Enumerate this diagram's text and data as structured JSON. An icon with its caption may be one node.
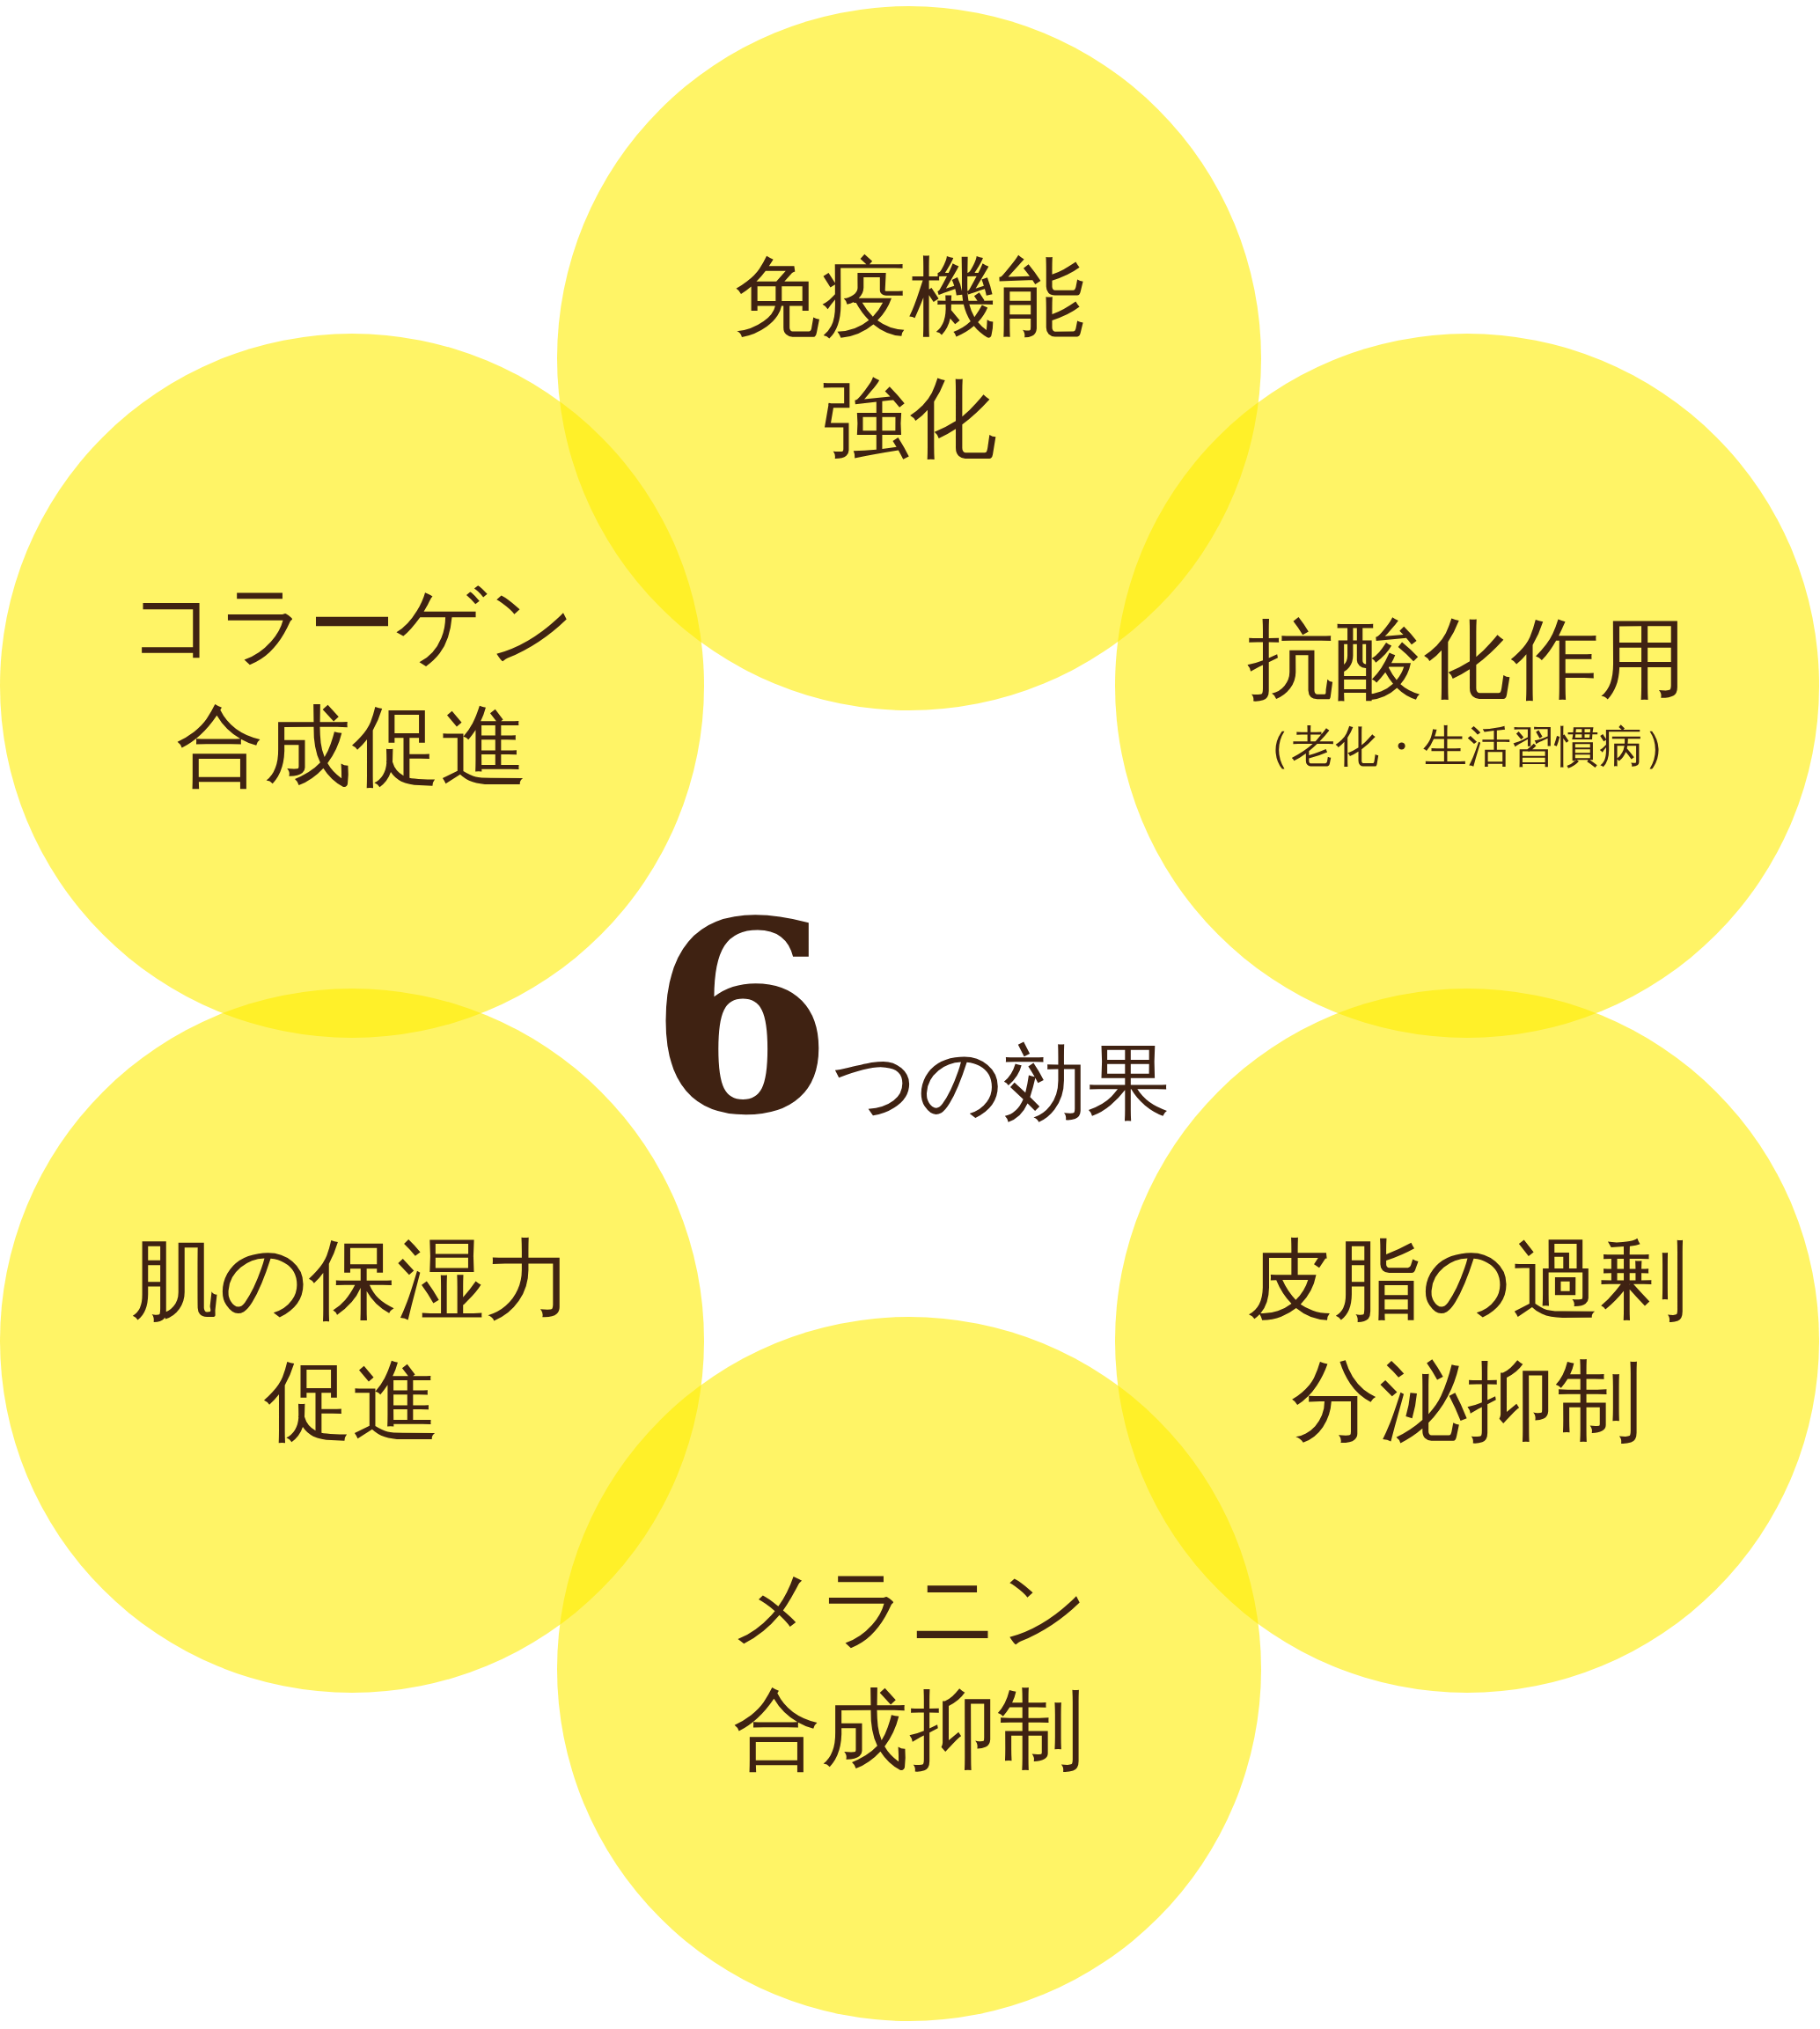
{
  "diagram": {
    "title": "6つの効果",
    "nodes": [
      {
        "text": [
          "免疫機能強化"
        ]
      },
      {
        "text": [
          "コラーゲン合成促進"
        ]
      },
      {
        "text": [
          "抗酸化作用",
          "（老化・生活習慣病）"
        ]
      },
      {
        "text": [
          "肌の保湿力促進"
        ]
      },
      {
        "text": [
          "皮脂の過剰分泌抑制"
        ]
      },
      {
        "text": [
          "メラニン合成抑制"
        ]
      }
    ]
  }
}
